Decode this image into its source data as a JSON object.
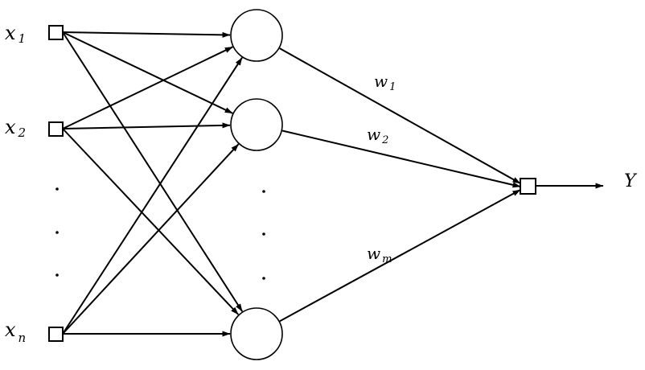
{
  "colors": {
    "stroke": "#000000",
    "background": "#ffffff"
  },
  "inputs": [
    {
      "id": "x1",
      "symbol": "x",
      "subscript": "1"
    },
    {
      "id": "x2",
      "symbol": "x",
      "subscript": "2"
    },
    {
      "id": "xn",
      "symbol": "x",
      "subscript": "n"
    }
  ],
  "hidden_nodes": [
    "h1",
    "h2",
    "hm"
  ],
  "weights": [
    {
      "symbol": "w",
      "subscript": "1"
    },
    {
      "symbol": "w",
      "subscript": "2"
    },
    {
      "symbol": "w",
      "subscript": "m"
    }
  ],
  "output": {
    "symbol": "Y"
  },
  "input_connections": "fully-connected",
  "ellipsis_marks": {
    "input_column": 3,
    "hidden_column": 3
  }
}
